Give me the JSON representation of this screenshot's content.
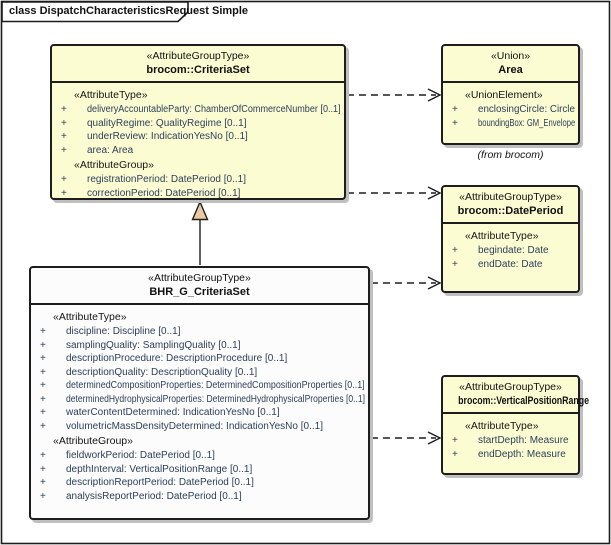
{
  "frame": {
    "title": "class DispatchCharacteristicsRequest Simple"
  },
  "ui": {
    "plus": "+"
  },
  "annotations": {
    "from_brocom": "(from brocom)"
  },
  "colors": {
    "class_fill": "#fcfcd2",
    "highlight_class_fill": "#fcfcfc",
    "border": "#1d1d1d",
    "member_text": "#2e405a",
    "generalization_triangle_fill": "#e9c9a3",
    "shadow": "#bfbfbf"
  },
  "classes": {
    "criteriaSet": {
      "stereotype": "«AttributeGroupType»",
      "name": "brocom::CriteriaSet",
      "sections": [
        {
          "stereotype": "«AttributeType»",
          "members": [
            "deliveryAccountableParty: ChamberOfCommerceNumber [0..1]",
            "qualityRegime: QualityRegime [0..1]",
            "underReview: IndicationYesNo [0..1]",
            "area: Area"
          ]
        },
        {
          "stereotype": "«AttributeGroup»",
          "members": [
            "registrationPeriod: DatePeriod [0..1]",
            "correctionPeriod: DatePeriod [0..1]"
          ]
        }
      ]
    },
    "area": {
      "stereotype": "«Union»",
      "name": "Area",
      "sections": [
        {
          "stereotype": "«UnionElement»",
          "members": [
            "enclosingCircle: Circle",
            "boundingBox: GM_Envelope"
          ]
        }
      ]
    },
    "datePeriod": {
      "stereotype": "«AttributeGroupType»",
      "name": "brocom::DatePeriod",
      "sections": [
        {
          "stereotype": "«AttributeType»",
          "members": [
            "begindate: Date",
            "endDate: Date"
          ]
        }
      ]
    },
    "bhrgCriteriaSet": {
      "stereotype": "«AttributeGroupType»",
      "name": "BHR_G_CriteriaSet",
      "sections": [
        {
          "stereotype": "«AttributeType»",
          "members": [
            "discipline: Discipline [0..1]",
            "samplingQuality: SamplingQuality [0..1]",
            "descriptionProcedure: DescriptionProcedure [0..1]",
            "descriptionQuality: DescriptionQuality [0..1]",
            "determinedCompositionProperties: DeterminedCompositionProperties [0..1]",
            "determinedHydrophysicalProperties: DeterminedHydrophysicalProperties [0..1]",
            "waterContentDetermined: IndicationYesNo [0..1]",
            "volumetricMassDensityDetermined: IndicationYesNo [0..1]"
          ]
        },
        {
          "stereotype": "«AttributeGroup»",
          "members": [
            "fieldworkPeriod: DatePeriod [0..1]",
            "depthInterval: VerticalPositionRange [0..1]",
            "descriptionReportPeriod: DatePeriod [0..1]",
            "analysisReportPeriod: DatePeriod [0..1]"
          ]
        }
      ]
    },
    "verticalPositionRange": {
      "stereotype": "«AttributeGroupType»",
      "name": "brocom::VerticalPositionRange",
      "sections": [
        {
          "stereotype": "«AttributeType»",
          "members": [
            "startDepth: Measure",
            "endDepth: Measure"
          ]
        }
      ]
    }
  }
}
